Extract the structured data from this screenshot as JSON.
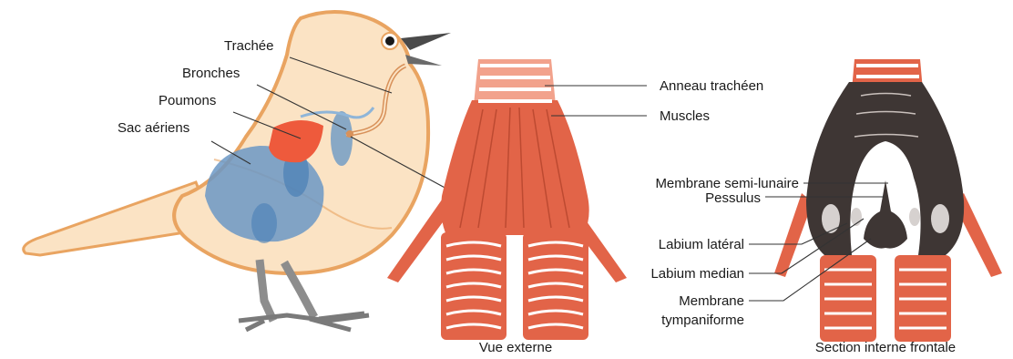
{
  "colors": {
    "bird_body": "#fbe3c4",
    "bird_outline": "#e9a461",
    "lung_red": "#ee5a3c",
    "air_sac_blue": "#6b98c6",
    "muscle_red": "#e26448",
    "muscle_light": "#f2a28c",
    "cartilage_dark": "#3e3634",
    "leg_gray": "#8d8d8d"
  },
  "bird_labels": {
    "trachee": "Trachée",
    "bronches": "Bronches",
    "poumons": "Poumons",
    "sac": "Sac aériens"
  },
  "external_view": {
    "anneau": "Anneau trachéen",
    "muscles": "Muscles",
    "caption": "Vue externe"
  },
  "internal_view": {
    "membrane_semi": "Membrane semi-lunaire",
    "pessulus": "Pessulus",
    "labium_lateral": "Labium latéral",
    "labium_median": "Labium median",
    "membrane_1": "Membrane",
    "membrane_2": "tympaniforme",
    "caption": "Section interne frontale"
  }
}
